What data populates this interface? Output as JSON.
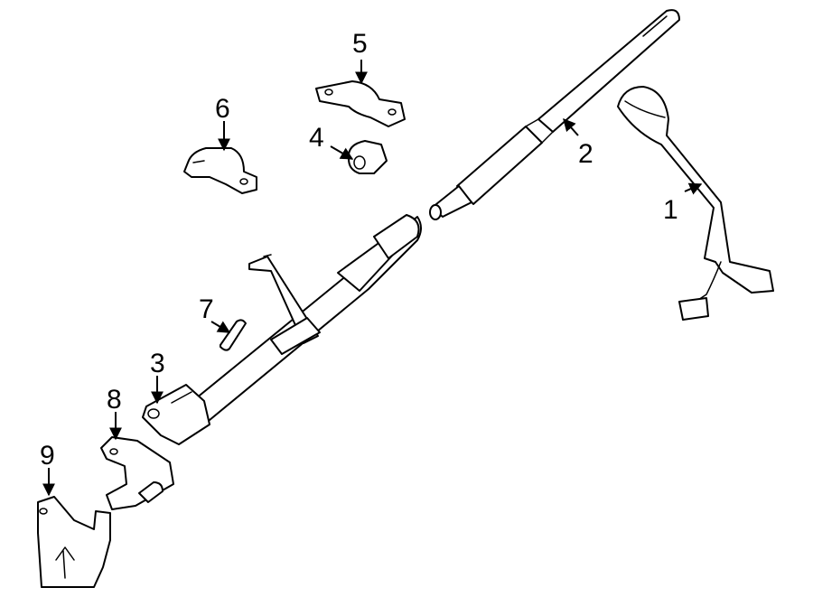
{
  "callouts": [
    {
      "label": "1"
    },
    {
      "label": "2"
    },
    {
      "label": "3"
    },
    {
      "label": "4"
    },
    {
      "label": "5"
    },
    {
      "label": "6"
    },
    {
      "label": "7"
    },
    {
      "label": "8"
    },
    {
      "label": "9"
    }
  ],
  "colors": {
    "line": "#000000",
    "background": "#ffffff"
  }
}
